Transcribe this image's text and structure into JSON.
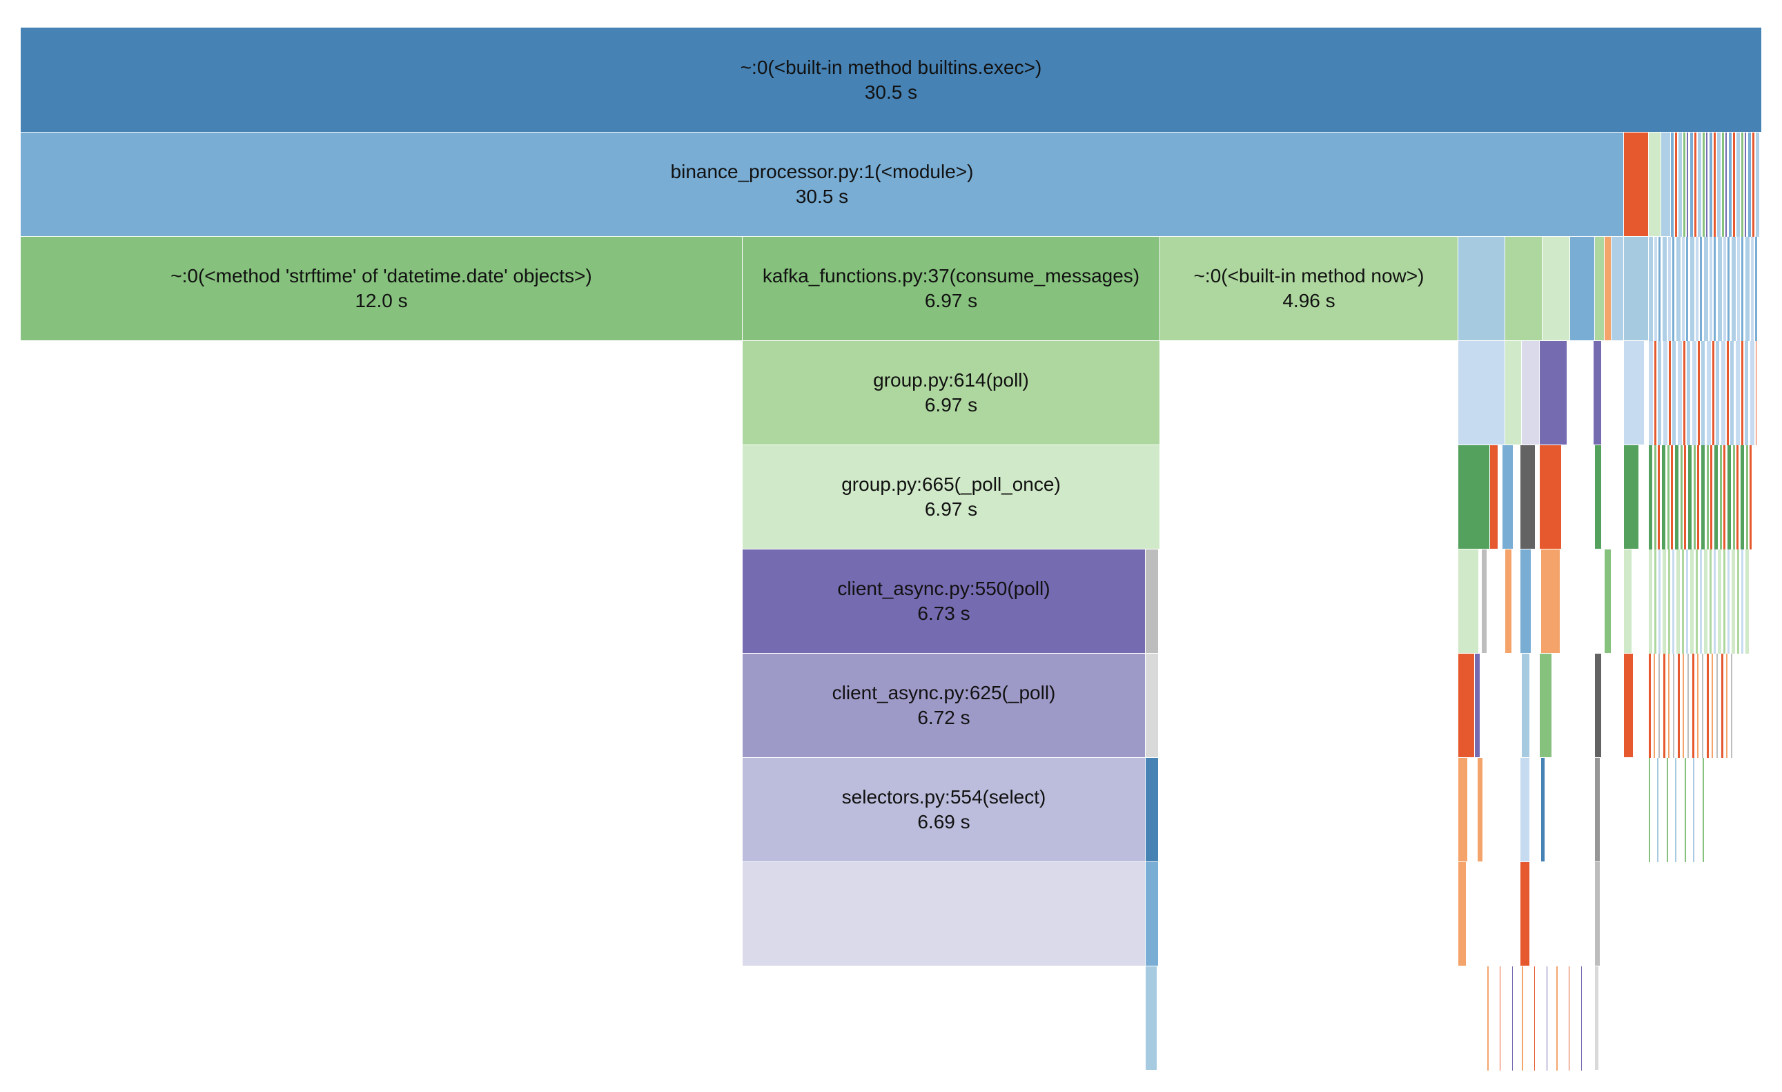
{
  "flame_graph": {
    "labeled_nodes": [
      {
        "name": "~:0(<built-in method builtins.exec>)",
        "time": "30.5 s",
        "color": "#4682b4"
      },
      {
        "name": "binance_processor.py:1(<module>)",
        "time": "30.5 s",
        "color": "#79add4"
      },
      {
        "name": "~:0(<method 'strftime' of 'datetime.date' objects>)",
        "time": "12.0 s",
        "color": "#86c17d"
      },
      {
        "name": "kafka_functions.py:37(consume_messages)",
        "time": "6.97 s",
        "color": "#86c17d"
      },
      {
        "name": "~:0(<built-in method now>)",
        "time": "4.96 s",
        "color": "#aed79f"
      },
      {
        "name": "group.py:614(poll)",
        "time": "6.97 s",
        "color": "#aed79f"
      },
      {
        "name": "group.py:665(_poll_once)",
        "time": "6.97 s",
        "color": "#d0e9c8"
      },
      {
        "name": "client_async.py:550(poll)",
        "time": "6.73 s",
        "color": "#756bb1"
      },
      {
        "name": "client_async.py:625(_poll)",
        "time": "6.72 s",
        "color": "#9e9ac8"
      },
      {
        "name": "selectors.py:554(select)",
        "time": "6.69 s",
        "color": "#bcbddc"
      }
    ]
  }
}
